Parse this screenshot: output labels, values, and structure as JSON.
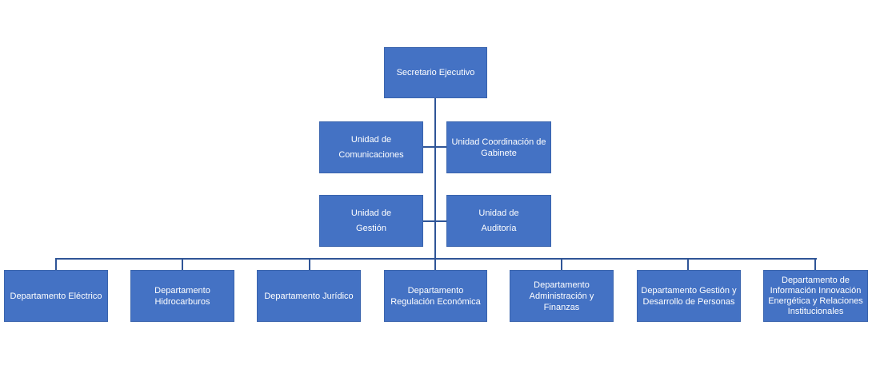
{
  "chart_data": {
    "type": "org-chart",
    "root": "Secretario Ejecutivo",
    "staff_units": [
      "Unidad de Comunicaciones",
      "Unidad Coordinación de Gabinete",
      "Unidad de Gestión",
      "Unidad de Auditoría"
    ],
    "departments": [
      "Departamento Eléctrico",
      "Departamento Hidrocarburos",
      "Departamento Jurídico",
      "Departamento Regulación Económica",
      "Departamento Administración y Finanzas",
      "Departamento Gestión y Desarrollo de Personas",
      "Departamento de Información Innovación Energética y Relaciones Institucionales"
    ]
  },
  "root": {
    "label": "Secretario Ejecutivo"
  },
  "units": {
    "comunicaciones": {
      "line1": "Unidad de",
      "line2": "Comunicaciones"
    },
    "gabinete": {
      "line1": "Unidad Coordinación de",
      "line2": "Gabinete"
    },
    "gestion": {
      "line1": "Unidad de",
      "line2": "Gestión"
    },
    "auditoria": {
      "line1": "Unidad de",
      "line2": "Auditoría"
    }
  },
  "departments": [
    {
      "lines": [
        "Departamento Eléctrico"
      ]
    },
    {
      "lines": [
        "Departamento",
        "Hidrocarburos"
      ]
    },
    {
      "lines": [
        "Departamento Jurídico"
      ]
    },
    {
      "lines": [
        "Departamento",
        "Regulación Económica"
      ]
    },
    {
      "lines": [
        "Departamento",
        "Administración y",
        "Finanzas"
      ]
    },
    {
      "lines": [
        "Departamento Gestión y",
        "Desarrollo de Personas"
      ]
    },
    {
      "lines": [
        "Departamento de",
        "Información Innovación",
        "Energética y Relaciones",
        "Institucionales"
      ]
    }
  ]
}
